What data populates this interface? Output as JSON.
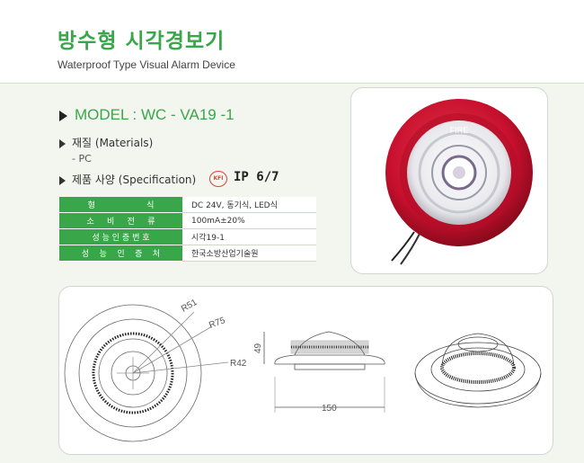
{
  "header": {
    "title_ko": "방수형 시각경보기",
    "title_en": "Waterproof Type Visual Alarm Device"
  },
  "model": {
    "label": "MODEL : WC - VA19 -1"
  },
  "materials": {
    "heading": "재질 (Materials)",
    "value": "- PC"
  },
  "specification": {
    "heading": "제품 사양 (Specification)",
    "cert_logo_text": "KFI",
    "ip_rating": "IP 6/7",
    "rows": [
      {
        "key": "형                    식",
        "value": "DC 24V, 동기식, LED식"
      },
      {
        "key": "소     비     전     류",
        "value": "100mA±20%"
      },
      {
        "key": "성 능 인 증 번 호",
        "value": "시각19-1"
      },
      {
        "key": "성    능    인    증    처",
        "value": "한국소방산업기술원"
      }
    ]
  },
  "photo": {
    "device_ring_text": "FIRE",
    "colors": {
      "body": "#c8102e",
      "lens": "#f5f5f5"
    }
  },
  "drawing": {
    "dim_r51": "R51",
    "dim_r75": "R75",
    "dim_r42": "R42",
    "dim_height": "49",
    "dim_width": "150"
  },
  "colors": {
    "accent": "#3aa64a",
    "band": "#f2f6ee",
    "border": "#d4d4d4"
  }
}
